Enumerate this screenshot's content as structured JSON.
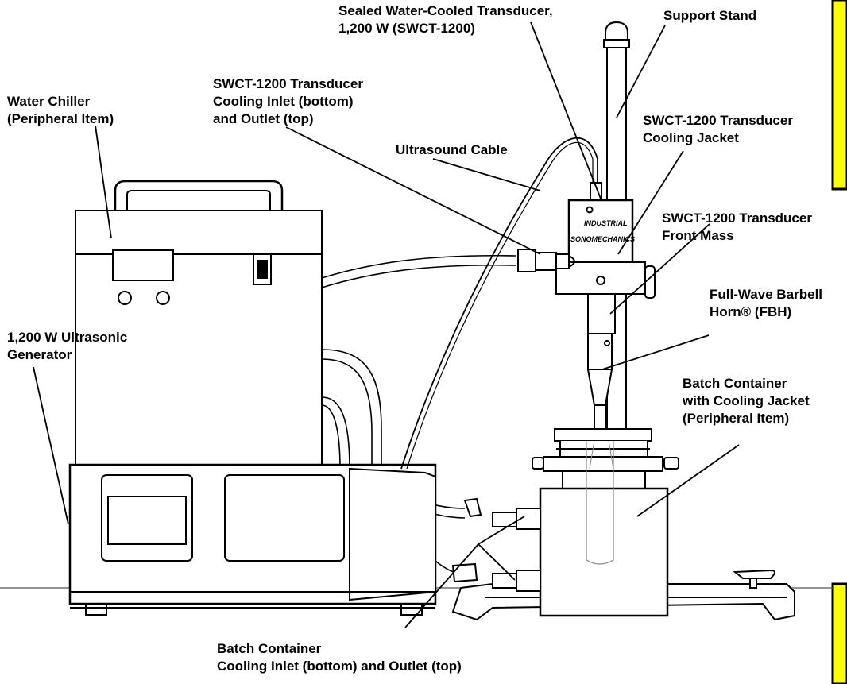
{
  "labels": {
    "transducer": {
      "line1": "Sealed Water-Cooled Transducer,",
      "line2": "1,200 W (SWCT-1200)"
    },
    "support_stand": "Support Stand",
    "cooling_inlet": {
      "line1": "SWCT-1200 Transducer",
      "line2": "Cooling Inlet (bottom)",
      "line3": "and Outlet (top)"
    },
    "water_chiller": {
      "line1": "Water Chiller",
      "line2": "(Peripheral Item)"
    },
    "cooling_jacket": {
      "line1": "SWCT-1200 Transducer",
      "line2": "Cooling Jacket"
    },
    "ultrasound_cable": "Ultrasound Cable",
    "front_mass": {
      "line1": "SWCT-1200 Transducer",
      "line2": "Front Mass"
    },
    "barbell_horn": {
      "line1": "Full-Wave Barbell",
      "line2": "Horn® (FBH)"
    },
    "generator": {
      "line1": "1,200 W Ultrasonic",
      "line2": "Generator"
    },
    "batch_container": {
      "line1": "Batch Container",
      "line2": "with Cooling Jacket",
      "line3": "(Peripheral Item)"
    },
    "batch_inlet": {
      "line1": "Batch Container",
      "line2": "Cooling Inlet (bottom) and Outlet (top)"
    }
  },
  "device_text": {
    "brand_line1": "INDUSTRIAL",
    "brand_line2": "SONOMECHANICS"
  },
  "colors": {
    "line": "#000000",
    "background": "#ffffff",
    "accent_yellow": "#ffff00"
  }
}
